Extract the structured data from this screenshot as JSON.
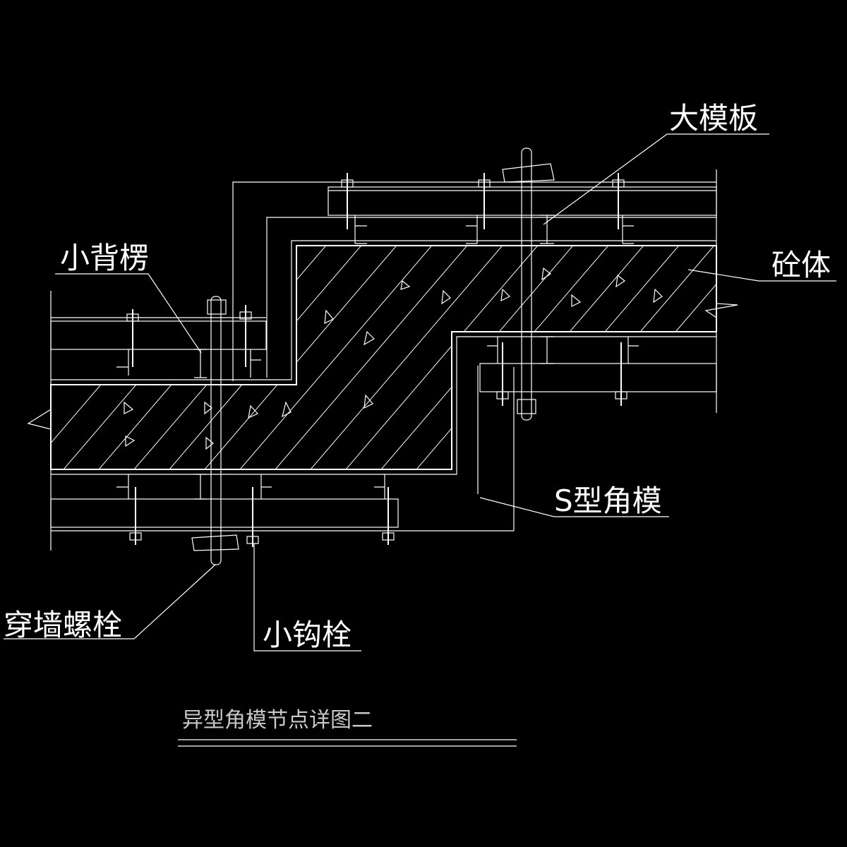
{
  "labels": {
    "large_formwork": "大模板",
    "small_back_purlin": "小背楞",
    "concrete": "砼体",
    "s_corner_form": "S型角模",
    "through_wall_bolt": "穿墙螺栓",
    "small_hook_bolt": "小钩栓"
  },
  "title": "异型角模节点详图二",
  "colors": {
    "background": "#000000",
    "lines": "#ffffff",
    "title_text": "#c8c8c8"
  }
}
